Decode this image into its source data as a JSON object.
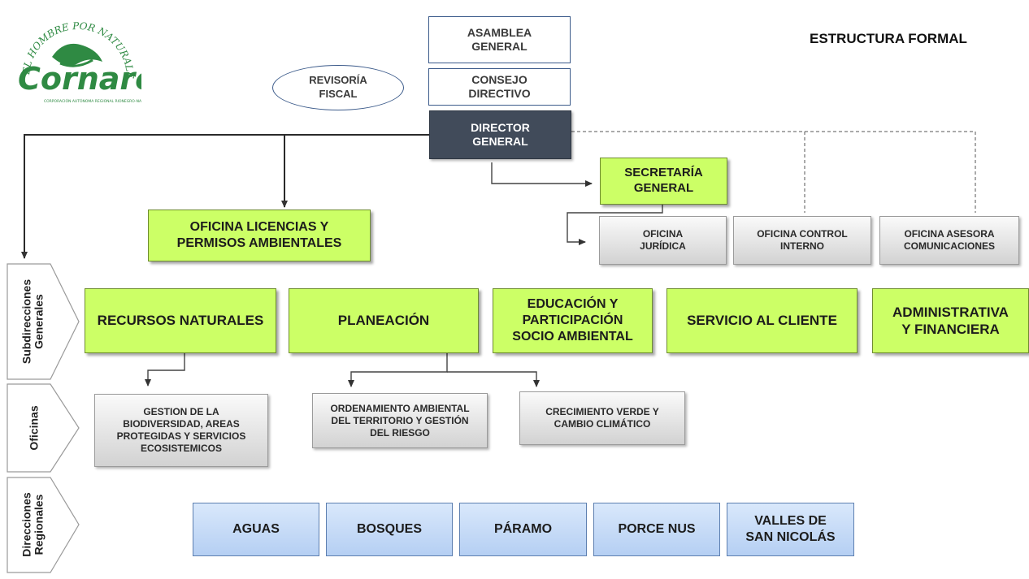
{
  "logo": {
    "arc_text": "EL HOMBRE POR NATURALEZA",
    "brand": "Cornare",
    "sub_text": "CORPORACIÓN AUTÓNOMA REGIONAL RIONEGRO-NARE"
  },
  "title": "ESTRUCTURA FORMAL",
  "top": {
    "asamblea": [
      "ASAMBLEA",
      "GENERAL"
    ],
    "consejo": [
      "CONSEJO",
      "DIRECTIVO"
    ],
    "director": [
      "DIRECTOR",
      "GENERAL"
    ],
    "revisoria": [
      "REVISORÍA",
      "FISCAL"
    ]
  },
  "staff": {
    "secretaria": [
      "SECRETARÍA",
      "GENERAL"
    ],
    "licencias": [
      "OFICINA LICENCIAS Y",
      "PERMISOS AMBIENTALES"
    ],
    "juridica": [
      "OFICINA",
      "JURÍDICA"
    ],
    "control": [
      "OFICINA CONTROL",
      "INTERNO"
    ],
    "asesora": [
      "OFICINA ASESORA",
      "COMUNICACIONES"
    ]
  },
  "row_labels": {
    "subdirecciones": [
      "Subdirecciones",
      "Generales"
    ],
    "oficinas": [
      "Oficinas"
    ],
    "direcciones": [
      "Direcciones",
      "Regionales"
    ]
  },
  "subdirecciones": {
    "recursos": "RECURSOS NATURALES",
    "planeacion": "PLANEACIÓN",
    "educacion": [
      "EDUCACIÓN Y",
      "PARTICIPACIÓN",
      "SOCIO AMBIENTAL"
    ],
    "servicio": "SERVICIO AL CLIENTE",
    "administrativa": [
      "ADMINISTRATIVA",
      "Y  FINANCIERA"
    ]
  },
  "oficinas": {
    "biodiversidad": [
      "GESTION DE LA",
      "BIODIVERSIDAD, AREAS",
      "PROTEGIDAS Y SERVICIOS",
      "ECOSISTEMICOS"
    ],
    "ordenamiento": [
      "ORDENAMIENTO  AMBIENTAL",
      "DEL TERRITORIO Y  GESTIÓN",
      "DEL RIESGO"
    ],
    "crecimiento": [
      "CRECIMIENTO VERDE Y",
      "CAMBIO CLIMÁTICO"
    ]
  },
  "regionales": {
    "aguas": "AGUAS",
    "bosques": "BOSQUES",
    "paramo": "PÁRAMO",
    "porce": "PORCE NUS",
    "valles": [
      "VALLES DE",
      "SAN NICOLÁS"
    ]
  },
  "colors": {
    "green_box": "#ccff66",
    "director_box": "#414b5a",
    "regional_box": "#b5cff3",
    "logo_green": "#2f8a43"
  }
}
